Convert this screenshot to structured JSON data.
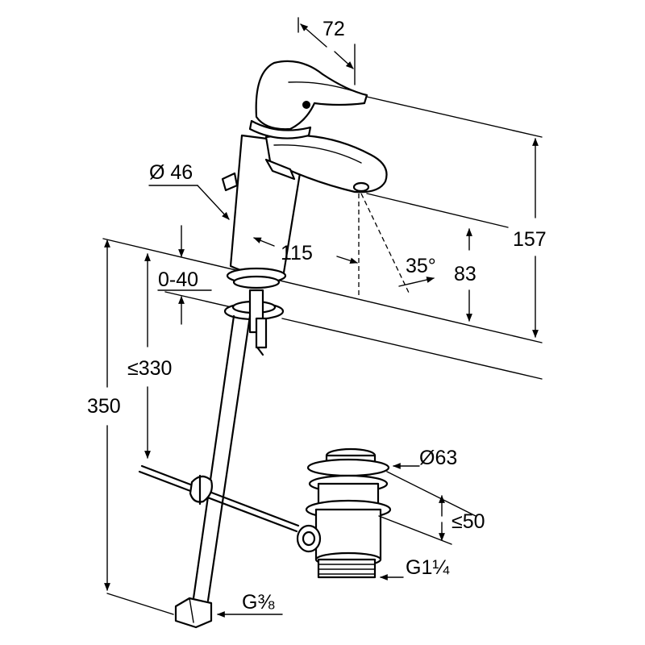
{
  "dimensions": {
    "spout_reach_top": "72",
    "body_diameter": "Ø 46",
    "spout_reach": "115",
    "hole_adjust": "0-40",
    "max_length": "≤330",
    "total_length": "350",
    "total_height": "157",
    "spout_height": "83",
    "spray_angle": "35°",
    "waste_diameter": "Ø63",
    "waste_height": "≤50",
    "waste_thread": "G1¼",
    "supply_thread": "G⅜"
  }
}
